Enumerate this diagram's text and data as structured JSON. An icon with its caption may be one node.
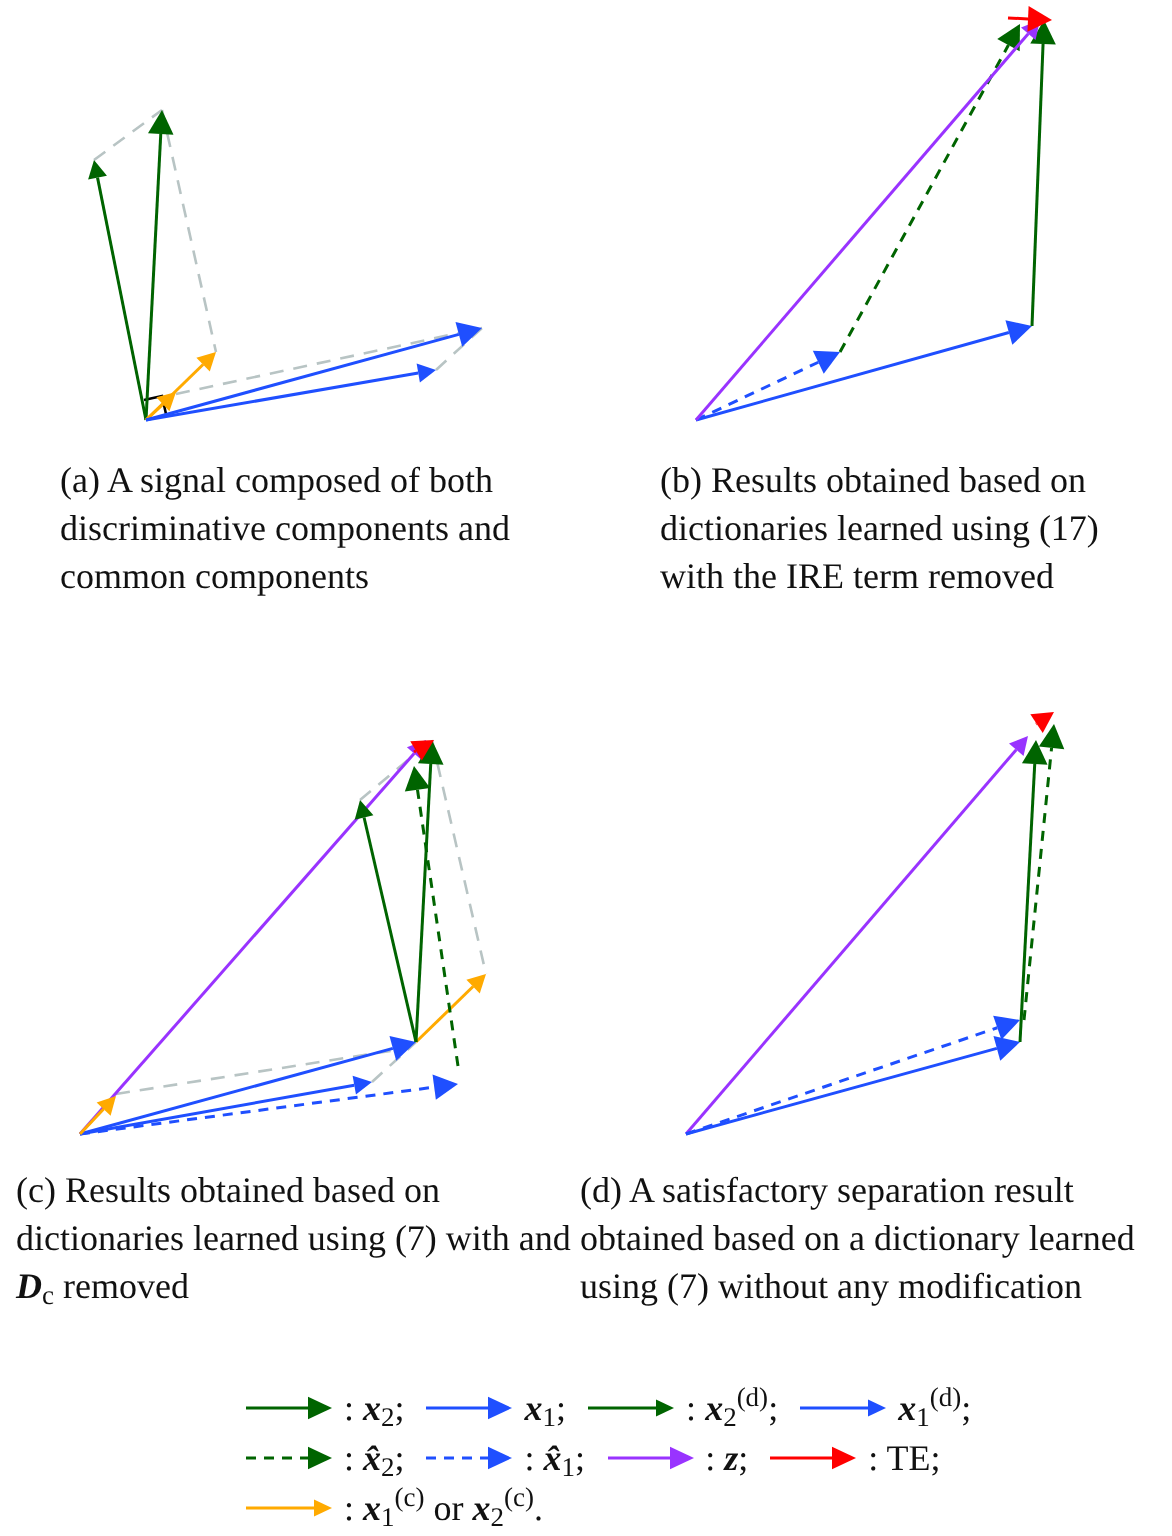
{
  "diagram": {
    "labels": [
      "(a) A signal composed of both discriminative components and common components",
      "(b) Results obtained based on dictionaries learned using (17) with the IRE term removed",
      "(c) Results obtained based on dictionaries learned using (7) with and **D**$_{c}$ removed",
      "(d) A satisfactory separation result obtained based on a dictionary learned using  (7) without any modification"
    ],
    "legend": [
      {
        "text": ": **x**$_{2}$;"
      },
      {
        "text": "**x**$_{1}$;"
      },
      {
        "text": ": **x**$_{2}$$^{(d)}$;"
      },
      {
        "text": "**x**$_{1}$$^{(d)}$;"
      },
      {
        "text": ": **x̂**$_{2}$;"
      },
      {
        "text": ": **x̂**$_{1}$;"
      },
      {
        "text": ": **z**;"
      },
      {
        "text": ": TE;"
      },
      {
        "text": ": **x**$_{1}$$^{(c)}$ or **x**$_{2}$$^{(c)}$."
      }
    ]
  }
}
